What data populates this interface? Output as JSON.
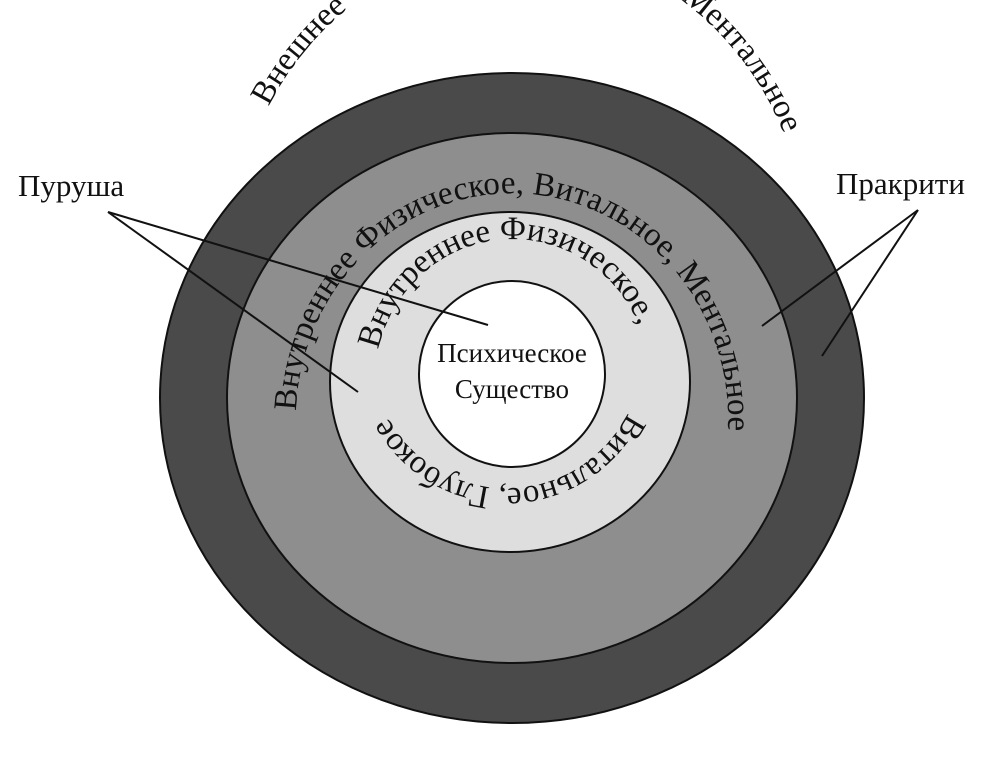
{
  "diagram": {
    "rings": {
      "outer": {
        "label": "Внешнее Физическое, Витальное, Ментальное",
        "color": "#4a4a4a"
      },
      "inner": {
        "label": "Внутреннее Физическое, Витальное, Ментальное",
        "color": "#8e8e8e"
      },
      "deep": {
        "label_top": "Внутреннее Физическое,",
        "label_bottom": "Витальное, Глубокое",
        "color": "#dedede"
      },
      "psychic": {
        "line1": "Психическое",
        "line2": "Существо",
        "color": "#ffffff"
      }
    },
    "purusha_label": "Пуруша",
    "prakriti_label": "Пракрити",
    "stroke_color": "#111111"
  }
}
